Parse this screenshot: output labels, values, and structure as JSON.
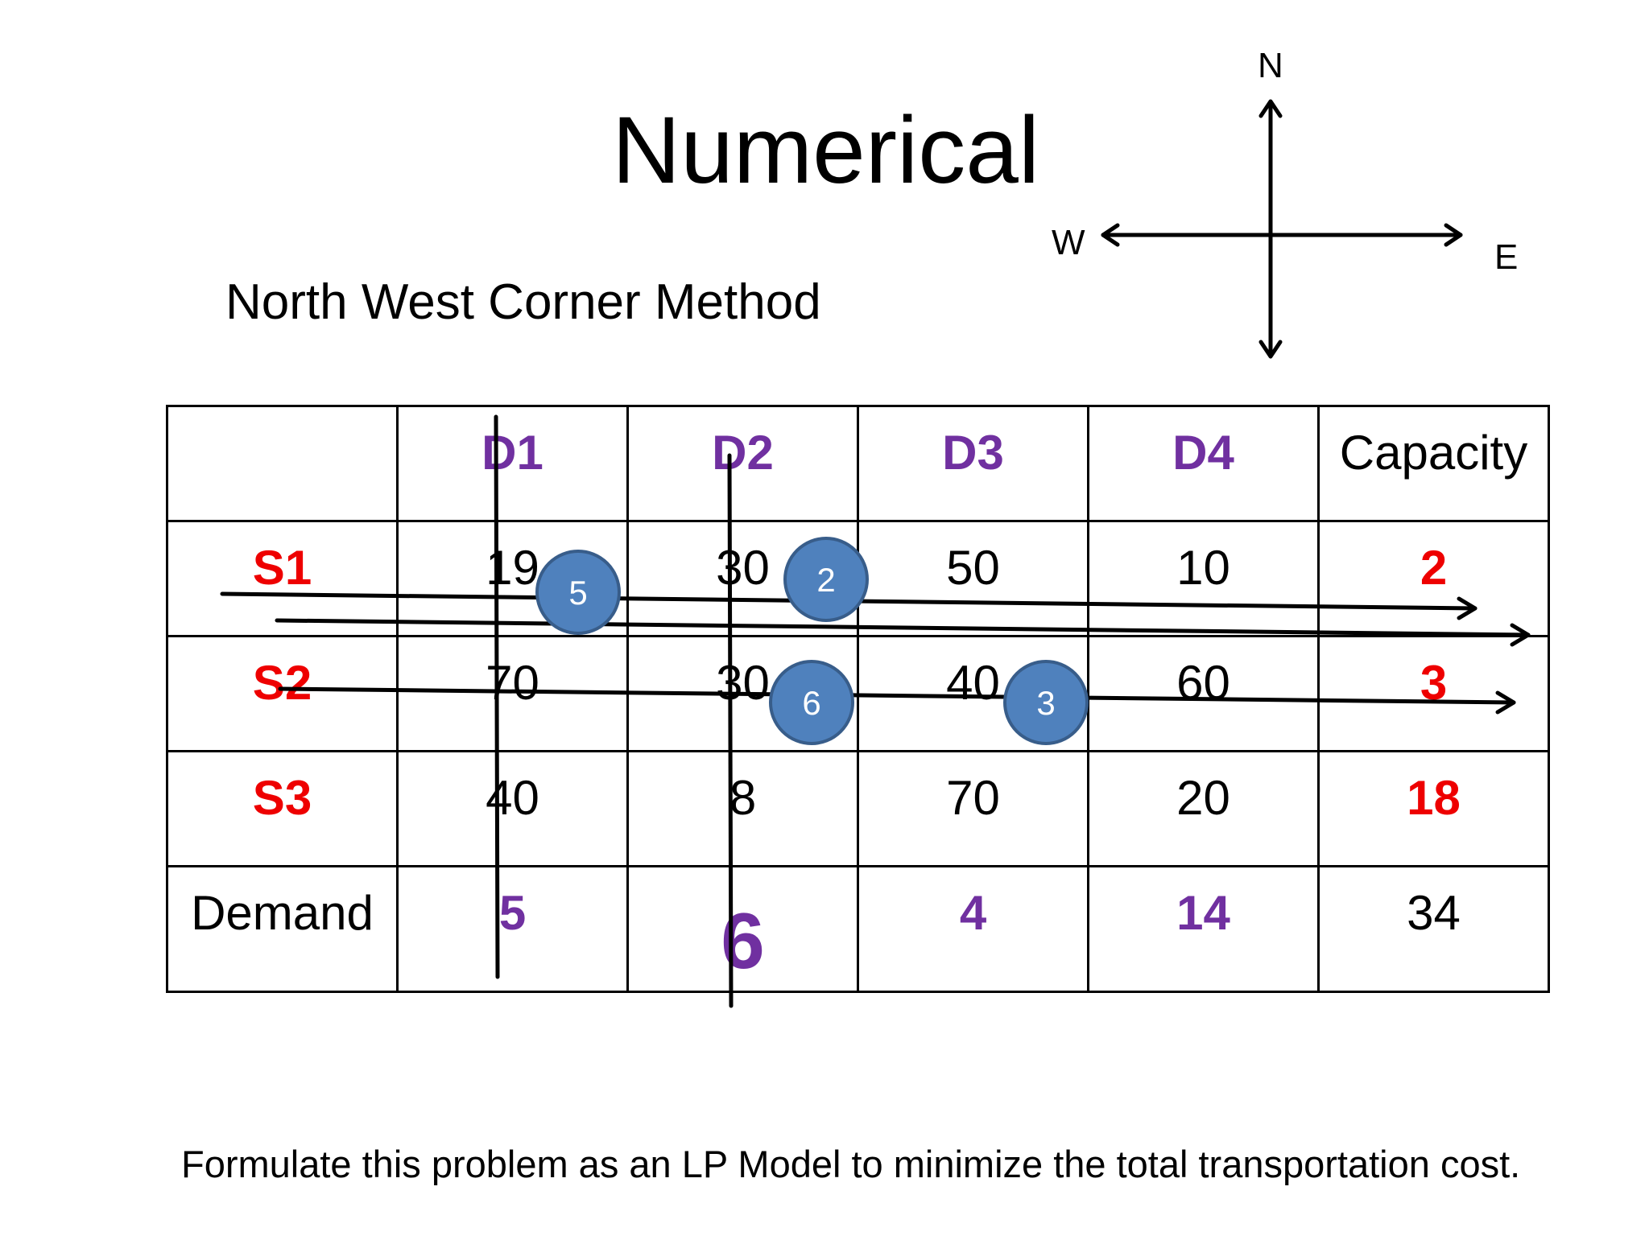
{
  "title": "Numerical",
  "subtitle": "North West Corner Method",
  "compass": {
    "north": "N",
    "west": "W",
    "east": "E"
  },
  "table": {
    "header": [
      "",
      "D1",
      "D2",
      "D3",
      "D4",
      "Capacity"
    ],
    "rows": [
      {
        "label": "S1",
        "costs": [
          "19",
          "30",
          "50",
          "10"
        ],
        "capacity": "2"
      },
      {
        "label": "S2",
        "costs": [
          "70",
          "30",
          "40",
          "60"
        ],
        "capacity": "3"
      },
      {
        "label": "S3",
        "costs": [
          "40",
          "8",
          "70",
          "20"
        ],
        "capacity": "18"
      }
    ],
    "demand": {
      "label": "Demand",
      "values": [
        "5",
        "6",
        "4",
        "14"
      ],
      "total": "34"
    }
  },
  "allocations": [
    {
      "cell": "S1-D1",
      "value": "5"
    },
    {
      "cell": "S1-D2",
      "value": "2"
    },
    {
      "cell": "S2-D2",
      "value": "6"
    },
    {
      "cell": "S2-D3",
      "value": "3"
    }
  ],
  "colors": {
    "header": "#7030a0",
    "supply": "#ee0000",
    "badge_fill": "#4f81bd",
    "badge_stroke": "#385d8a"
  },
  "footer": "Formulate this problem as an LP Model to minimize the total transportation cost."
}
